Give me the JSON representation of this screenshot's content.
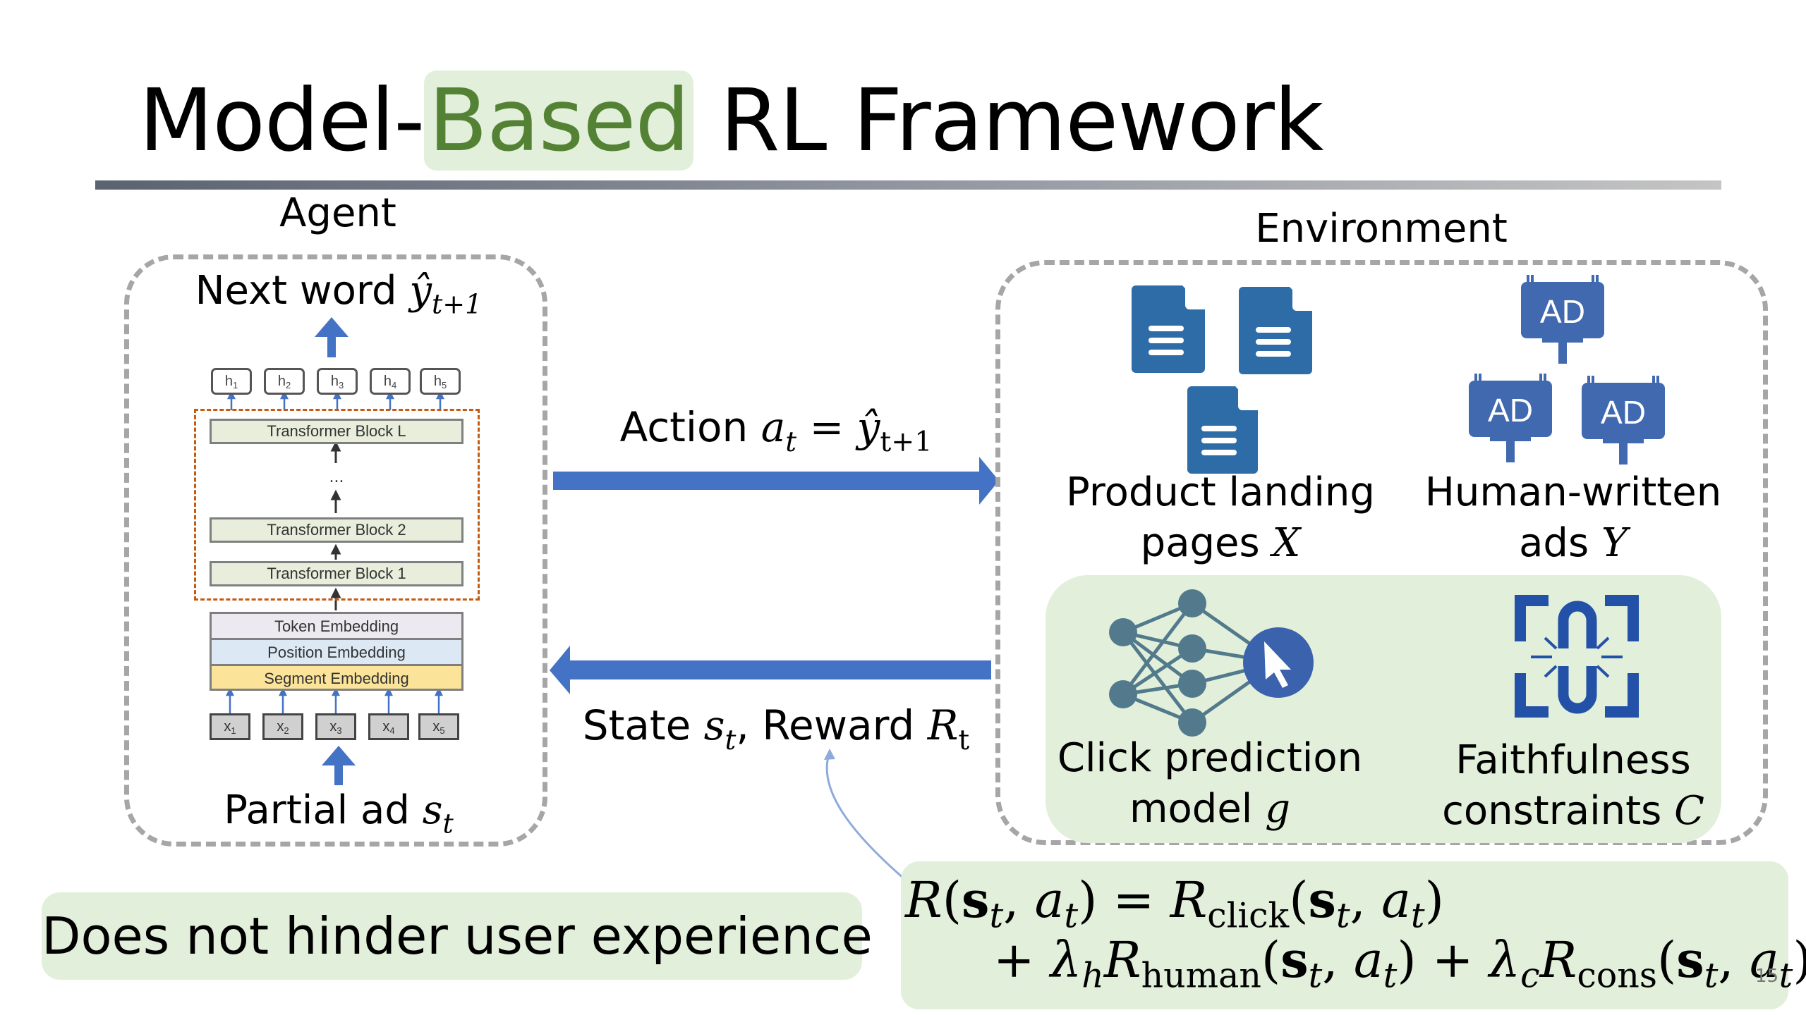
{
  "slide": {
    "title": {
      "prefix": "Model-",
      "highlight": "Based",
      "suffix": " RL Framework"
    },
    "page_number": "15",
    "colors": {
      "highlight_bg": "#e2efda",
      "highlight_text": "#548235",
      "arrow_blue": "#4472c4",
      "icon_blue": "#2e6ca8",
      "dashed_gray": "#a6a6a6",
      "transformer_outline": "#c55a11"
    }
  },
  "agent": {
    "label": "Agent",
    "output": {
      "text": "Next word ",
      "symbol": "ŷ",
      "subscript": "t+1"
    },
    "input": {
      "text": "Partial ad ",
      "symbol": "s",
      "subscript": "t"
    },
    "hidden_states": [
      {
        "name": "h",
        "sub": "1"
      },
      {
        "name": "h",
        "sub": "2"
      },
      {
        "name": "h",
        "sub": "3"
      },
      {
        "name": "h",
        "sub": "4"
      },
      {
        "name": "h",
        "sub": "5"
      }
    ],
    "transformer_blocks": [
      "Transformer Block L",
      "...",
      "Transformer Block 2",
      "Transformer Block 1"
    ],
    "embeddings": [
      "Token Embedding",
      "Position Embedding",
      "Segment Embedding"
    ],
    "inputs": [
      {
        "name": "x",
        "sub": "1"
      },
      {
        "name": "x",
        "sub": "2"
      },
      {
        "name": "x",
        "sub": "3"
      },
      {
        "name": "x",
        "sub": "4"
      },
      {
        "name": "x",
        "sub": "5"
      }
    ]
  },
  "interaction": {
    "action": {
      "text": "Action ",
      "a": "a",
      "a_sub": "t",
      "eq": " = ",
      "y": "ŷ",
      "y_sub": "t+1"
    },
    "state": {
      "text": "State ",
      "s": "s",
      "s_sub": "t",
      "mid": ", Reward ",
      "r": "R",
      "r_sub": "t"
    }
  },
  "environment": {
    "label": "Environment",
    "landing_pages": {
      "line1": "Product landing",
      "line2": "pages ",
      "symbol": "X",
      "icon": "document-icon"
    },
    "human_ads": {
      "line1": "Human-written",
      "line2": "ads ",
      "symbol": "Y",
      "icon": "ad-billboard-icon",
      "icon_text": "AD"
    },
    "click_model": {
      "line1": "Click prediction",
      "line2": "model ",
      "symbol": "g",
      "icon": "neural-network-click-icon"
    },
    "faithfulness": {
      "line1": "Faithfulness",
      "line2": "constraints ",
      "symbol": "C",
      "icon": "broken-link-icon"
    }
  },
  "callouts": {
    "user_experience": "Does not hinder user experience",
    "reward_formula": {
      "line1": {
        "lhs": "R",
        "args": "(s, a) = ",
        "term1": "R",
        "term1_sub": "click"
      },
      "line2": {
        "lambda_h": "λ",
        "h": "h",
        "term2_sub": "human",
        "lambda_c": "λ",
        "c": "c",
        "term3_sub": "cons"
      },
      "plain_text": "R(s_t, a_t) = R_click(s_t, a_t) + λ_h R_human(s_t, a_t) + λ_c R_cons(s_t, a_t)"
    }
  }
}
